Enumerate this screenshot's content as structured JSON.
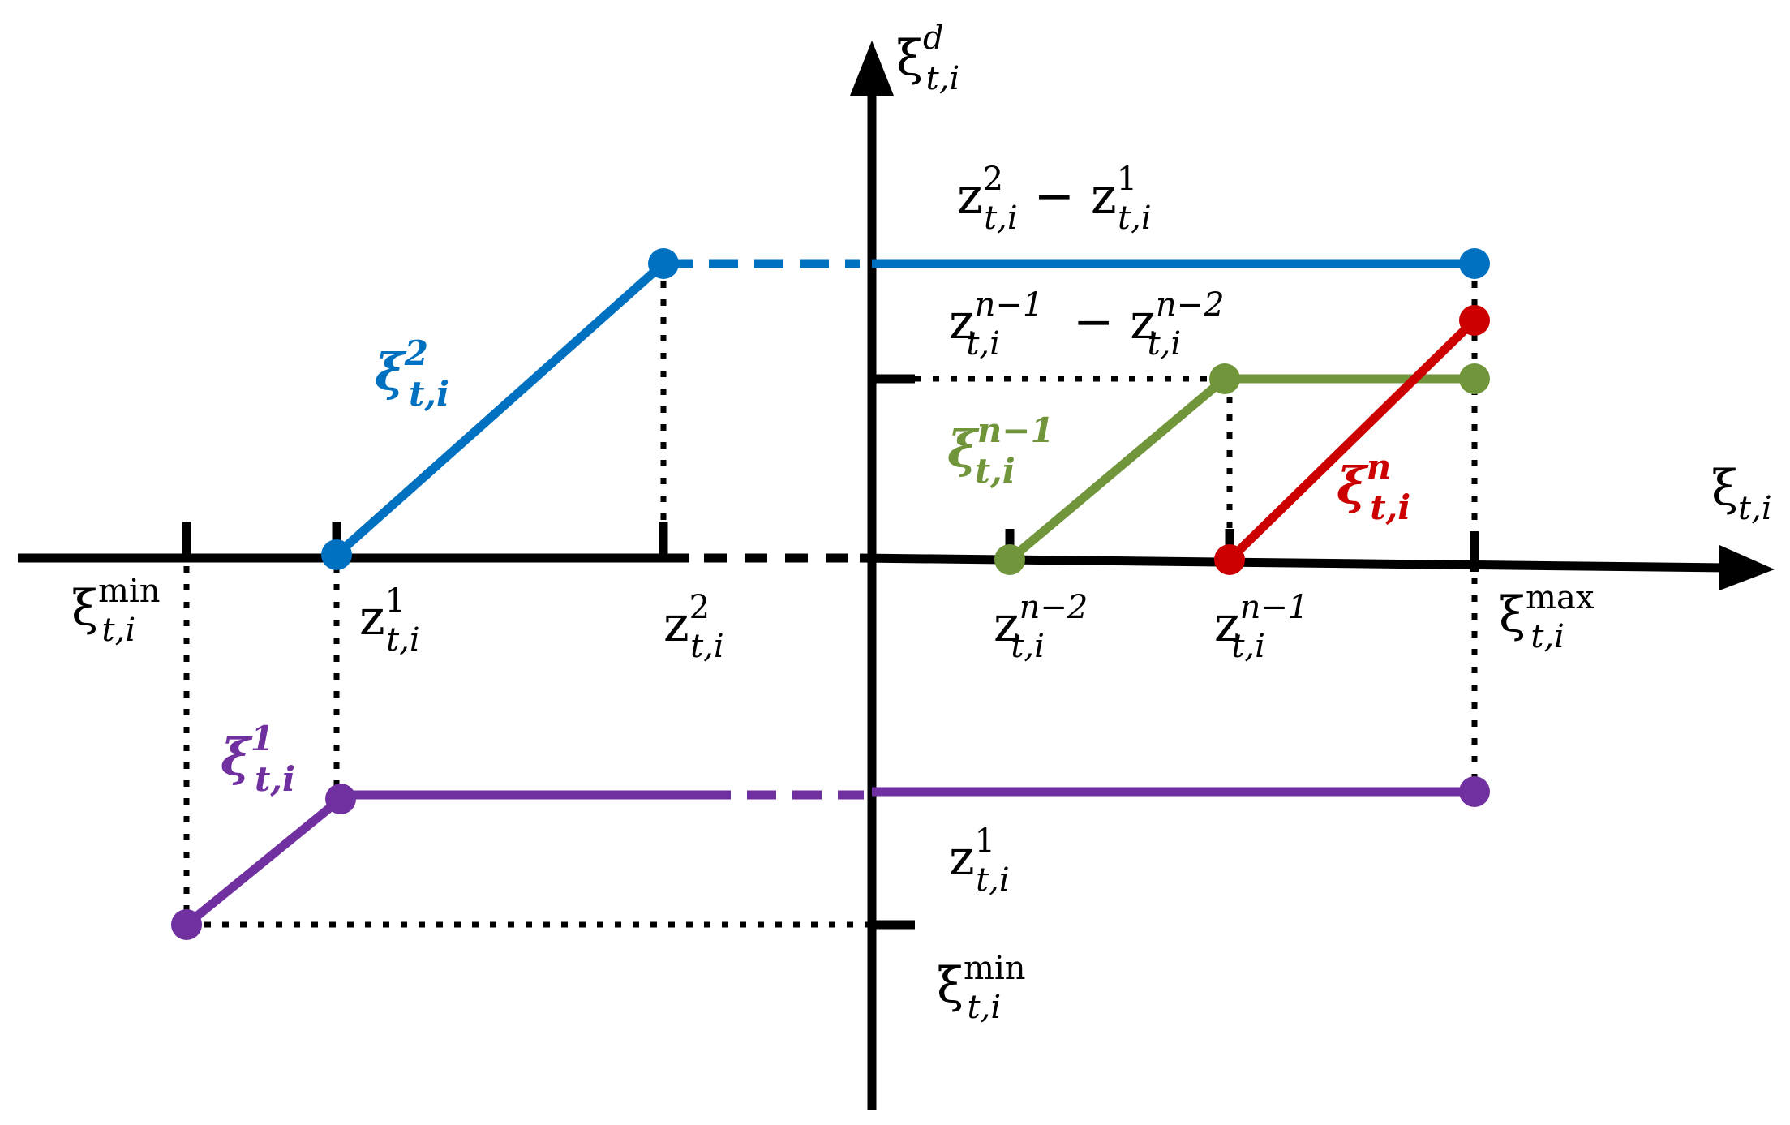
{
  "colors": {
    "axis": "#000000",
    "blue": "#0070c0",
    "green": "#70953a",
    "red": "#cc0000",
    "purple": "#7030a0"
  },
  "axes": {
    "y_label": {
      "base": "ξ",
      "sup": "d",
      "sub": "t,i"
    },
    "x_label": {
      "base": "ξ",
      "sub": "t,i"
    }
  },
  "x_ticks": [
    {
      "base": "ξ",
      "sup": "min",
      "sub": "t,i"
    },
    {
      "base": "z",
      "sup": "1",
      "sub": "t,i"
    },
    {
      "base": "z",
      "sup": "2",
      "sub": "t,i"
    },
    {
      "base": "z",
      "sup": "n−2",
      "sub": "t,i"
    },
    {
      "base": "z",
      "sup": "n−1",
      "sub": "t,i"
    },
    {
      "base": "ξ",
      "sup": "max",
      "sub": "t,i"
    }
  ],
  "y_ticks": [
    {
      "a_base": "z",
      "a_sup": "2",
      "a_sub": "t,i",
      "op": "−",
      "b_base": "z",
      "b_sup": "1",
      "b_sub": "t,i"
    },
    {
      "a_base": "z",
      "a_sup": "n−1",
      "a_sub": "t,i",
      "op": "−",
      "b_base": "z",
      "b_sup": "n−2",
      "b_sub": "t,i"
    },
    {
      "base": "z",
      "sup": "1",
      "sub": "t,i"
    },
    {
      "base": "ξ",
      "sup": "min",
      "sub": "t,i"
    }
  ],
  "series": [
    {
      "name": "ξ^2",
      "base": "ξ",
      "sup": "2",
      "sub": "t,i",
      "color": "blue"
    },
    {
      "name": "ξ^(n−1)",
      "base": "ξ",
      "sup": "n−1",
      "sub": "t,i",
      "color": "green"
    },
    {
      "name": "ξ^n",
      "base": "ξ",
      "sup": "n",
      "sub": "t,i",
      "color": "red"
    },
    {
      "name": "ξ^1",
      "base": "ξ",
      "sup": "1",
      "sub": "t,i",
      "color": "purple"
    }
  ]
}
